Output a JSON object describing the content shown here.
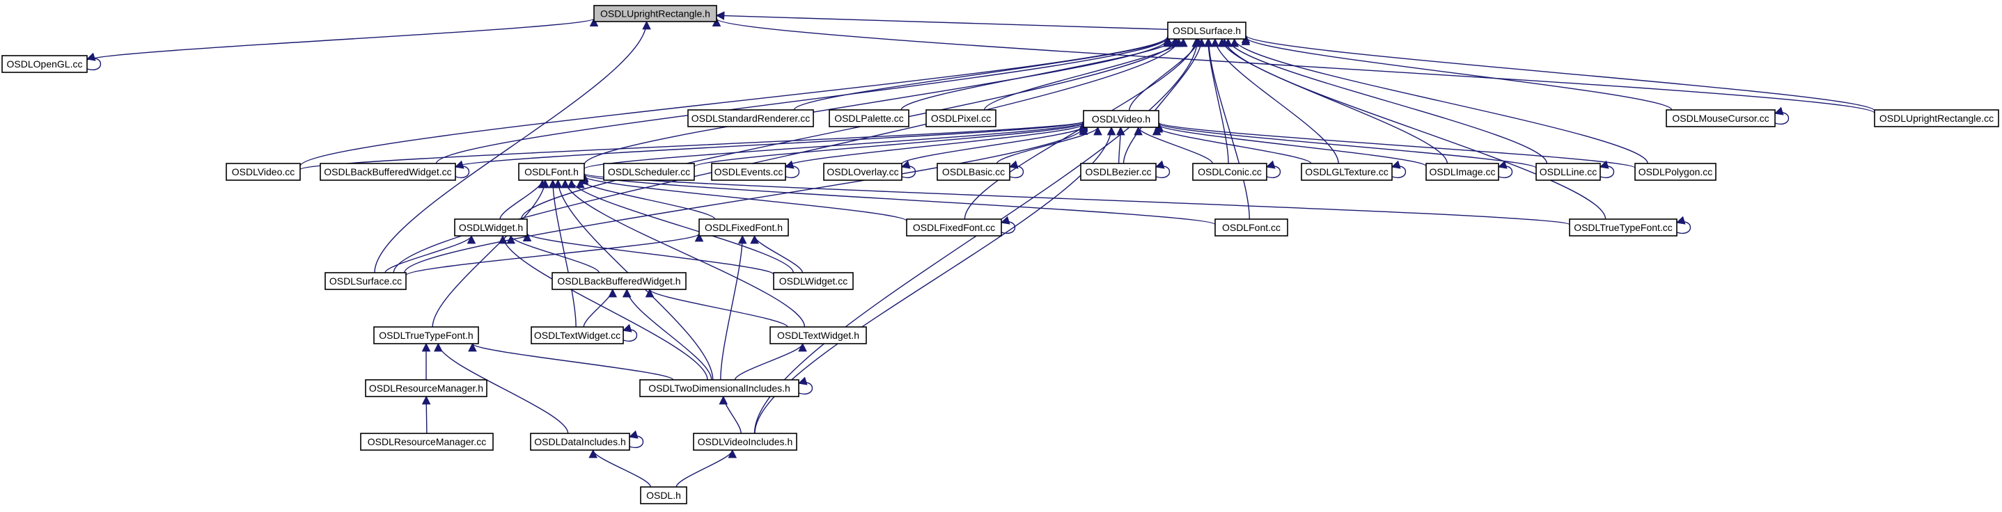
{
  "graph": {
    "edge_color": "#191970",
    "root_fill": "#bfbfbf",
    "nodes": [
      {
        "id": "root",
        "label": "OSDLUprightRectangle.h",
        "root": true
      },
      {
        "id": "opengl_cc",
        "label": "OSDLOpenGL.cc"
      },
      {
        "id": "surface_h",
        "label": "OSDLSurface.h"
      },
      {
        "id": "stdrenderer_cc",
        "label": "OSDLStandardRenderer.cc"
      },
      {
        "id": "palette_cc",
        "label": "OSDLPalette.cc"
      },
      {
        "id": "pixel_cc",
        "label": "OSDLPixel.cc"
      },
      {
        "id": "video_h",
        "label": "OSDLVideo.h"
      },
      {
        "id": "mousecursor_cc",
        "label": "OSDLMouseCursor.cc"
      },
      {
        "id": "uprightrect_cc",
        "label": "OSDLUprightRectangle.cc"
      },
      {
        "id": "video_cc",
        "label": "OSDLVideo.cc"
      },
      {
        "id": "backbuffwidget_cc",
        "label": "OSDLBackBufferedWidget.cc"
      },
      {
        "id": "font_h",
        "label": "OSDLFont.h"
      },
      {
        "id": "scheduler_cc",
        "label": "OSDLScheduler.cc"
      },
      {
        "id": "events_cc",
        "label": "OSDLEvents.cc"
      },
      {
        "id": "overlay_cc",
        "label": "OSDLOverlay.cc"
      },
      {
        "id": "basic_cc",
        "label": "OSDLBasic.cc"
      },
      {
        "id": "bezier_cc",
        "label": "OSDLBezier.cc"
      },
      {
        "id": "conic_cc",
        "label": "OSDLConic.cc"
      },
      {
        "id": "gltexture_cc",
        "label": "OSDLGLTexture.cc"
      },
      {
        "id": "image_cc",
        "label": "OSDLImage.cc"
      },
      {
        "id": "line_cc",
        "label": "OSDLLine.cc"
      },
      {
        "id": "polygon_cc",
        "label": "OSDLPolygon.cc"
      },
      {
        "id": "widget_h",
        "label": "OSDLWidget.h"
      },
      {
        "id": "fixedfont_h",
        "label": "OSDLFixedFont.h"
      },
      {
        "id": "fixedfont_cc",
        "label": "OSDLFixedFont.cc"
      },
      {
        "id": "font_cc",
        "label": "OSDLFont.cc"
      },
      {
        "id": "truetypefont_cc",
        "label": "OSDLTrueTypeFont.cc"
      },
      {
        "id": "surface_cc",
        "label": "OSDLSurface.cc"
      },
      {
        "id": "backbuffwidget_h",
        "label": "OSDLBackBufferedWidget.h"
      },
      {
        "id": "widget_cc",
        "label": "OSDLWidget.cc"
      },
      {
        "id": "truetypefont_h",
        "label": "OSDLTrueTypeFont.h"
      },
      {
        "id": "textwidget_cc",
        "label": "OSDLTextWidget.cc"
      },
      {
        "id": "textwidget_h",
        "label": "OSDLTextWidget.h"
      },
      {
        "id": "resmanager_h",
        "label": "OSDLResourceManager.h"
      },
      {
        "id": "twodim_h",
        "label": "OSDLTwoDimensionalIncludes.h"
      },
      {
        "id": "resmanager_cc",
        "label": "OSDLResourceManager.cc"
      },
      {
        "id": "dataincludes_h",
        "label": "OSDLDataIncludes.h"
      },
      {
        "id": "videoincludes_h",
        "label": "OSDLVideoIncludes.h"
      },
      {
        "id": "osdl_h",
        "label": "OSDL.h"
      }
    ],
    "edges": [
      [
        "opengl_cc",
        "root"
      ],
      [
        "opengl_cc",
        "opengl_cc"
      ],
      [
        "surface_h",
        "root"
      ],
      [
        "uprightrect_cc",
        "root"
      ],
      [
        "surface_cc",
        "root"
      ],
      [
        "stdrenderer_cc",
        "surface_h"
      ],
      [
        "palette_cc",
        "surface_h"
      ],
      [
        "pixel_cc",
        "surface_h"
      ],
      [
        "video_h",
        "surface_h"
      ],
      [
        "mousecursor_cc",
        "surface_h"
      ],
      [
        "mousecursor_cc",
        "mousecursor_cc"
      ],
      [
        "uprightrect_cc",
        "surface_h"
      ],
      [
        "video_cc",
        "surface_h"
      ],
      [
        "backbuffwidget_cc",
        "surface_h"
      ],
      [
        "font_h",
        "surface_h"
      ],
      [
        "bezier_cc",
        "surface_h"
      ],
      [
        "conic_cc",
        "surface_h"
      ],
      [
        "gltexture_cc",
        "surface_h"
      ],
      [
        "image_cc",
        "surface_h"
      ],
      [
        "line_cc",
        "surface_h"
      ],
      [
        "polygon_cc",
        "surface_h"
      ],
      [
        "widget_h",
        "surface_h"
      ],
      [
        "fixedfont_cc",
        "surface_h"
      ],
      [
        "font_cc",
        "surface_h"
      ],
      [
        "truetypefont_cc",
        "surface_h"
      ],
      [
        "surface_cc",
        "surface_h"
      ],
      [
        "videoincludes_h",
        "surface_h"
      ],
      [
        "video_cc",
        "video_h"
      ],
      [
        "backbuffwidget_cc",
        "video_h"
      ],
      [
        "backbuffwidget_cc",
        "backbuffwidget_cc"
      ],
      [
        "font_h",
        "video_h"
      ],
      [
        "scheduler_cc",
        "video_h"
      ],
      [
        "events_cc",
        "video_h"
      ],
      [
        "events_cc",
        "events_cc"
      ],
      [
        "overlay_cc",
        "video_h"
      ],
      [
        "overlay_cc",
        "overlay_cc"
      ],
      [
        "basic_cc",
        "video_h"
      ],
      [
        "basic_cc",
        "basic_cc"
      ],
      [
        "bezier_cc",
        "video_h"
      ],
      [
        "bezier_cc",
        "bezier_cc"
      ],
      [
        "conic_cc",
        "video_h"
      ],
      [
        "conic_cc",
        "conic_cc"
      ],
      [
        "gltexture_cc",
        "video_h"
      ],
      [
        "gltexture_cc",
        "gltexture_cc"
      ],
      [
        "image_cc",
        "video_h"
      ],
      [
        "image_cc",
        "image_cc"
      ],
      [
        "line_cc",
        "video_h"
      ],
      [
        "line_cc",
        "line_cc"
      ],
      [
        "polygon_cc",
        "video_h"
      ],
      [
        "surface_cc",
        "video_h"
      ],
      [
        "videoincludes_h",
        "video_h"
      ],
      [
        "widget_h",
        "font_h"
      ],
      [
        "fixedfont_h",
        "font_h"
      ],
      [
        "fixedfont_cc",
        "font_h"
      ],
      [
        "fixedfont_cc",
        "fixedfont_cc"
      ],
      [
        "font_cc",
        "font_h"
      ],
      [
        "truetypefont_cc",
        "font_h"
      ],
      [
        "truetypefont_cc",
        "truetypefont_cc"
      ],
      [
        "truetypefont_h",
        "font_h"
      ],
      [
        "textwidget_cc",
        "font_h"
      ],
      [
        "textwidget_h",
        "font_h"
      ],
      [
        "widget_cc",
        "font_h"
      ],
      [
        "twodim_h",
        "font_h"
      ],
      [
        "surface_cc",
        "widget_h"
      ],
      [
        "backbuffwidget_h",
        "widget_h"
      ],
      [
        "widget_cc",
        "widget_h"
      ],
      [
        "twodim_h",
        "widget_h"
      ],
      [
        "widget_cc",
        "fixedfont_h"
      ],
      [
        "twodim_h",
        "fixedfont_h"
      ],
      [
        "surface_cc",
        "fixedfont_h"
      ],
      [
        "textwidget_cc",
        "backbuffwidget_h"
      ],
      [
        "textwidget_h",
        "backbuffwidget_h"
      ],
      [
        "twodim_h",
        "backbuffwidget_h"
      ],
      [
        "textwidget_cc",
        "textwidget_cc"
      ],
      [
        "resmanager_h",
        "truetypefont_h"
      ],
      [
        "twodim_h",
        "truetypefont_h"
      ],
      [
        "dataincludes_h",
        "truetypefont_h"
      ],
      [
        "twodim_h",
        "textwidget_h"
      ],
      [
        "twodim_h",
        "twodim_h"
      ],
      [
        "videoincludes_h",
        "twodim_h"
      ],
      [
        "resmanager_cc",
        "resmanager_h"
      ],
      [
        "dataincludes_h",
        "dataincludes_h"
      ],
      [
        "osdl_h",
        "dataincludes_h"
      ],
      [
        "osdl_h",
        "videoincludes_h"
      ]
    ]
  }
}
